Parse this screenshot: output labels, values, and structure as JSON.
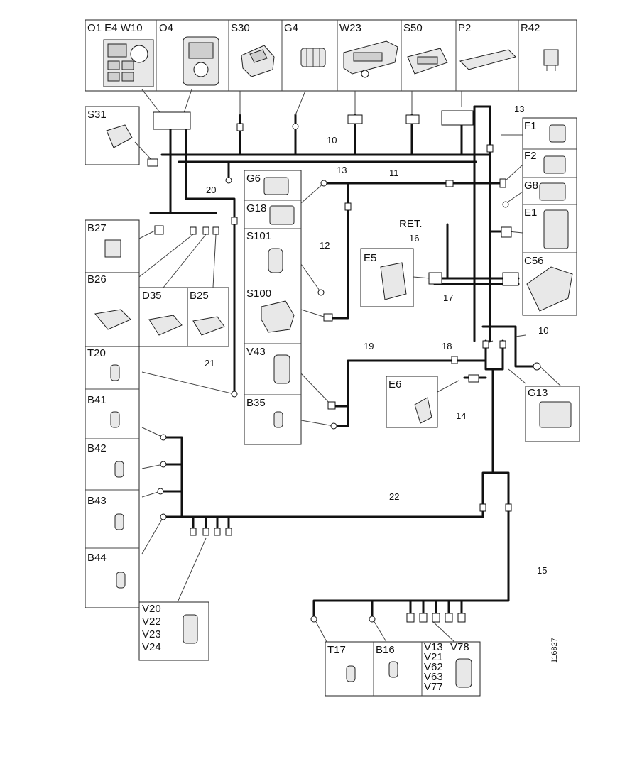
{
  "components": {
    "o1_e4_w10": "O1 E4 W10",
    "o4": "O4",
    "s30": "S30",
    "g4": "G4",
    "w23": "W23",
    "s50": "S50",
    "p2": "P2",
    "r42": "R42",
    "s31": "S31",
    "f1": "F1",
    "f2": "F2",
    "g8": "G8",
    "e1": "E1",
    "c56": "C56",
    "g6": "G6",
    "g18": "G18",
    "s101": "S101",
    "s100": "S100",
    "v43": "V43",
    "b35": "B35",
    "b27": "B27",
    "b26": "B26",
    "d35": "D35",
    "b25": "B25",
    "t20": "T20",
    "b41": "B41",
    "b42": "B42",
    "b43": "B43",
    "b44": "B44",
    "e5": "E5",
    "e6": "E6",
    "g13": "G13",
    "v20_group": [
      "V20",
      "V22",
      "V23",
      "V24"
    ],
    "t17": "T17",
    "b16": "B16",
    "v13_group": [
      "V13",
      "V78",
      "V21",
      "V62",
      "V63",
      "V77"
    ]
  },
  "wire_numbers": {
    "w10_top": "10",
    "w13_top": "13",
    "w13_mid": "13",
    "w11": "11",
    "w20": "20",
    "w12": "12",
    "w16": "16",
    "w17": "17",
    "w10_right": "10",
    "w19": "19",
    "w18": "18",
    "w21": "21",
    "w14": "14",
    "w22": "22",
    "w15": "15"
  },
  "ret_label": "RET.",
  "figure_code": "116827"
}
